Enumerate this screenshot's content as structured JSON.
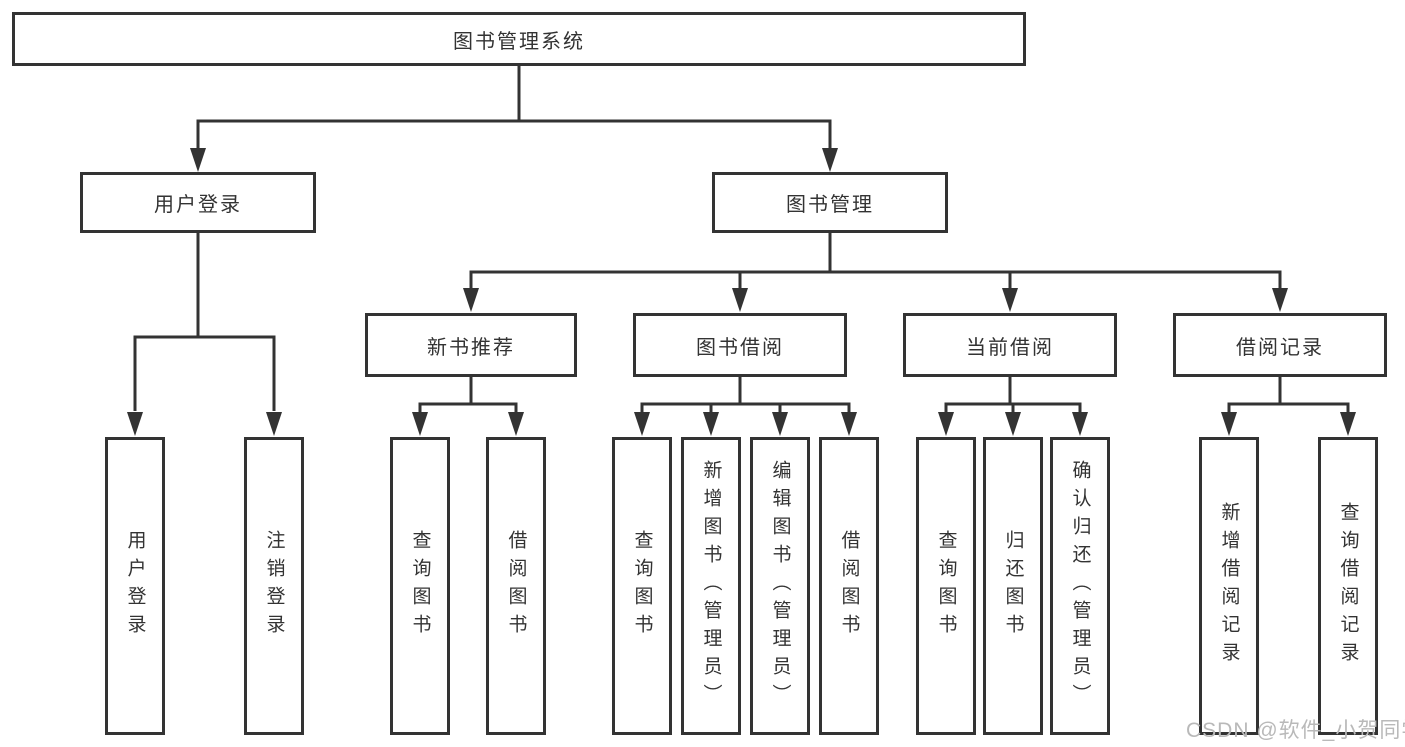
{
  "diagram_title": "图书管理系统",
  "nodes": {
    "root": {
      "label": "图书管理系统"
    },
    "user_login": {
      "label": "用户登录",
      "children": [
        {
          "label": "用户登录"
        },
        {
          "label": "注销登录"
        }
      ]
    },
    "book_mgmt": {
      "label": "图书管理",
      "children": [
        {
          "label": "新书推荐",
          "children": [
            {
              "label": "查询图书"
            },
            {
              "label": "借阅图书"
            }
          ]
        },
        {
          "label": "图书借阅",
          "children": [
            {
              "label": "查询图书"
            },
            {
              "label": "新增图书（管理员）"
            },
            {
              "label": "编辑图书（管理员）"
            },
            {
              "label": "借阅图书"
            }
          ]
        },
        {
          "label": "当前借阅",
          "children": [
            {
              "label": "查询图书"
            },
            {
              "label": "归还图书"
            },
            {
              "label": "确认归还（管理员）"
            }
          ]
        },
        {
          "label": "借阅记录",
          "children": [
            {
              "label": "新增借阅记录"
            },
            {
              "label": "查询借阅记录"
            }
          ]
        }
      ]
    }
  },
  "watermark": {
    "text": "CSDN @软件_小贺同学",
    "color": "#b9b9b9"
  },
  "colors": {
    "line": "#333333",
    "box_border": "#333333",
    "text": "#333333",
    "background": "#ffffff"
  }
}
